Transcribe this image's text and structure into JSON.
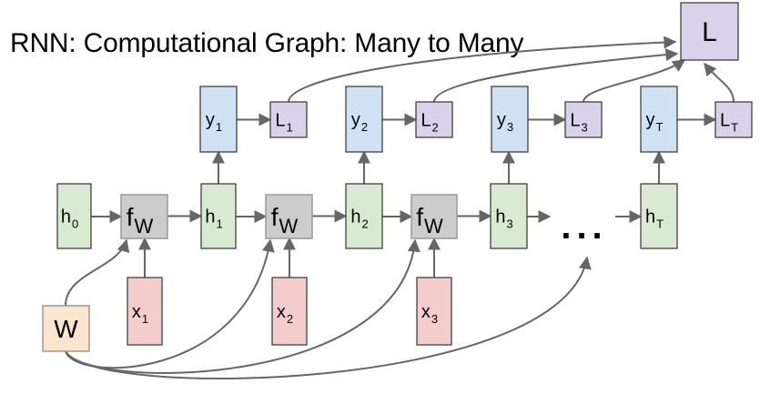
{
  "title": "RNN: Computational Graph: Many to Many",
  "colors": {
    "hidden": "#d9ead3",
    "output": "#cfe2f3",
    "loss": "#d9d2e9",
    "function": "#cccccc",
    "input": "#f4cccc",
    "weight": "#fce5cd",
    "stroke": "#333333",
    "edge": "#666666"
  },
  "nodes": {
    "L": {
      "label": "L",
      "sub": ""
    },
    "h0": {
      "label": "h",
      "sub": "0"
    },
    "h1": {
      "label": "h",
      "sub": "1"
    },
    "h2": {
      "label": "h",
      "sub": "2"
    },
    "h3": {
      "label": "h",
      "sub": "3"
    },
    "hT": {
      "label": "h",
      "sub": "T"
    },
    "y1": {
      "label": "y",
      "sub": "1"
    },
    "y2": {
      "label": "y",
      "sub": "2"
    },
    "y3": {
      "label": "y",
      "sub": "3"
    },
    "yT": {
      "label": "y",
      "sub": "T"
    },
    "L1": {
      "label": "L",
      "sub": "1"
    },
    "L2": {
      "label": "L",
      "sub": "2"
    },
    "L3": {
      "label": "L",
      "sub": "3"
    },
    "LT": {
      "label": "L",
      "sub": "T"
    },
    "f1": {
      "label": "f",
      "sub": "W"
    },
    "f2": {
      "label": "f",
      "sub": "W"
    },
    "f3": {
      "label": "f",
      "sub": "W"
    },
    "x1": {
      "label": "x",
      "sub": "1"
    },
    "x2": {
      "label": "x",
      "sub": "2"
    },
    "x3": {
      "label": "x",
      "sub": "3"
    },
    "W": {
      "label": "W",
      "sub": ""
    }
  },
  "ellipsis": "...",
  "edges": [
    [
      "h0",
      "f1"
    ],
    [
      "f1",
      "h1"
    ],
    [
      "h1",
      "f2"
    ],
    [
      "f2",
      "h2"
    ],
    [
      "h2",
      "f3"
    ],
    [
      "f3",
      "h3"
    ],
    [
      "h3",
      "dots"
    ],
    [
      "dots",
      "hT"
    ],
    [
      "x1",
      "f1"
    ],
    [
      "x2",
      "f2"
    ],
    [
      "x3",
      "f3"
    ],
    [
      "h1",
      "y1"
    ],
    [
      "h2",
      "y2"
    ],
    [
      "h3",
      "y3"
    ],
    [
      "hT",
      "yT"
    ],
    [
      "y1",
      "L1"
    ],
    [
      "y2",
      "L2"
    ],
    [
      "y3",
      "L3"
    ],
    [
      "yT",
      "LT"
    ],
    [
      "L1",
      "L"
    ],
    [
      "L2",
      "L"
    ],
    [
      "L3",
      "L"
    ],
    [
      "LT",
      "L"
    ],
    [
      "W",
      "f1"
    ],
    [
      "W",
      "f2"
    ],
    [
      "W",
      "f3"
    ],
    [
      "W",
      "dots"
    ]
  ]
}
